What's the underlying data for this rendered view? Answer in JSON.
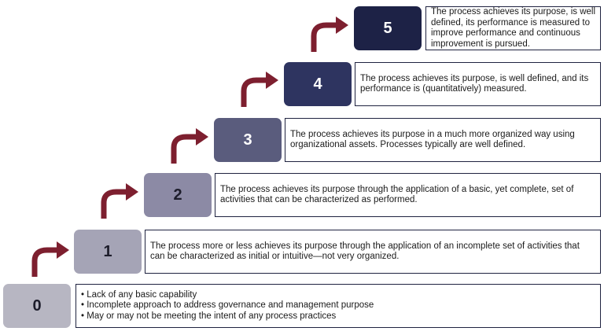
{
  "colors": {
    "level_0": "#b7b6c2",
    "level_1": "#a5a4b6",
    "level_2": "#8c8aa5",
    "level_3": "#5a5c7d",
    "level_4": "#2e3460",
    "level_5": "#1d2246",
    "arrow": "#7d1f2f",
    "box_border": "#1f2340"
  },
  "icons": [
    "curved-arrow-icon"
  ],
  "levels": [
    {
      "number": "0",
      "bullets": [
        "Lack of any basic capability",
        "Incomplete approach to address governance and management purpose",
        "May or may not be meeting the intent of any process practices"
      ]
    },
    {
      "number": "1",
      "description": "The process more or less achieves its purpose through the application of an incomplete set of activities that can be characterized as initial or intuitive—not very organized."
    },
    {
      "number": "2",
      "description": "The process achieves its purpose through the application of a basic, yet complete, set of activities that can be characterized as performed."
    },
    {
      "number": "3",
      "description": "The process achieves its purpose in a much more organized way using organizational assets. Processes typically are well defined."
    },
    {
      "number": "4",
      "description": "The process achieves its purpose, is well defined, and its performance is (quantitatively) measured."
    },
    {
      "number": "5",
      "description": "The process achieves its purpose, is well defined, its performance is measured to improve performance and continuous improvement is pursued."
    }
  ]
}
